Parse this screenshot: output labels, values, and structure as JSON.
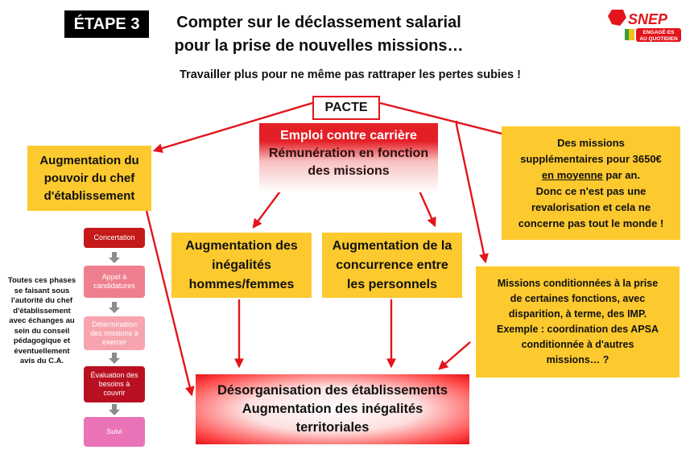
{
  "header": {
    "stage_label": "ÉTAPE 3",
    "title_line1": "Compter sur le déclassement salarial",
    "title_line2": "pour la prise de nouvelles missions…",
    "subtitle": "Travailler plus pour ne même pas rattraper les pertes subies !"
  },
  "logo": {
    "brand": "SNEP",
    "tagline_line1": "ENGAGÉ·ES",
    "tagline_line2": "AU QUOTIDIEN"
  },
  "pacte": {
    "label": "PACTE"
  },
  "center": {
    "line1": "Emploi contre carrière",
    "line2": "Rémunération en fonction",
    "line3": "des missions"
  },
  "left_box": {
    "line1": "Augmentation du",
    "line2": "pouvoir du chef",
    "line3": "d'établissement"
  },
  "right_box": {
    "line1": "Des missions",
    "line2": "supplémentaires pour 3650€",
    "line3_underlined": "en moyenne",
    "line3_rest": " par an.",
    "line4": "Donc ce n'est pas une",
    "line5": "revalorisation et cela ne",
    "line6": "concerne pas tout le monde !"
  },
  "mid_left": {
    "line1": "Augmentation des",
    "line2": "inégalités",
    "line3": "hommes/femmes"
  },
  "mid_right": {
    "line1": "Augmentation de la",
    "line2": "concurrence entre",
    "line3": "les personnels"
  },
  "cond_box": {
    "line1": "Missions conditionnées à la prise",
    "line2": "de certaines fonctions, avec",
    "line3": "disparition, à terme, des IMP.",
    "line4": "Exemple : coordination des APSA",
    "line5": "conditionnée à d'autres",
    "line6": "missions… ?"
  },
  "bottom": {
    "line1": "Désorganisation des établissements",
    "line2": "Augmentation des inégalités",
    "line3": "territoriales"
  },
  "phases_note": {
    "line1": "Toutes ces phases",
    "line2": "se faisant sous",
    "line3": "l'autorité du chef",
    "line4": "d'établissement",
    "line5": "avec échanges au",
    "line6": "sein du conseil",
    "line7": "pédagogique et",
    "line8": "éventuellement",
    "line9": "avis du C.A."
  },
  "process": [
    {
      "line1": "Concertation"
    },
    {
      "line1": "Appel à",
      "line2": "candidatures"
    },
    {
      "line1": "Détermination",
      "line2": "des missions à",
      "line3": "exercer"
    },
    {
      "line1": "Évaluation des",
      "line2": "besoins à",
      "line3": "couvrir"
    },
    {
      "line1": "Suivi"
    }
  ],
  "colors": {
    "accent_red": "#e3141b",
    "box_yellow": "#fcc92e",
    "process_gray_arrow": "#8c8c8c"
  }
}
